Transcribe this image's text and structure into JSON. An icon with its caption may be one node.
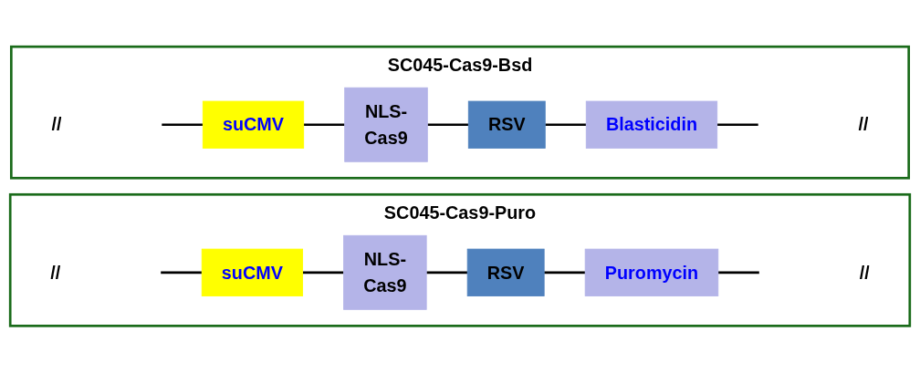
{
  "diagram": {
    "nodes": [
      {
        "text": [
          "SC045-Cas9-Bsd"
        ]
      },
      {
        "text": [
          "//"
        ],
        "in": 0
      },
      {
        "text": [
          "suCMV"
        ],
        "in": 0
      },
      {
        "text": [
          "NLS-",
          "Cas9"
        ],
        "in": 0
      },
      {
        "text": [
          "RSV"
        ],
        "in": 0
      },
      {
        "text": [
          "Blasticidin"
        ],
        "in": 0
      },
      {
        "text": [
          "//"
        ],
        "in": 0
      },
      {
        "text": [
          "SC045-Cas9-Puro"
        ]
      },
      {
        "text": [
          "//"
        ],
        "in": 7
      },
      {
        "text": [
          "suCMV"
        ],
        "in": 7
      },
      {
        "text": [
          "NLS-",
          "Cas9"
        ],
        "in": 7
      },
      {
        "text": [
          "RSV"
        ],
        "in": 7
      },
      {
        "text": [
          "Puromycin"
        ],
        "in": 7
      },
      {
        "text": [
          "//"
        ],
        "in": 7
      }
    ],
    "edges": [
      {
        "from": null,
        "to": 2,
        "arrow": "none"
      },
      {
        "from": 2,
        "to": 3,
        "arrow": "none"
      },
      {
        "from": 3,
        "to": 4,
        "arrow": "none"
      },
      {
        "from": 4,
        "to": 5,
        "arrow": "none"
      },
      {
        "from": 5,
        "to": null,
        "arrow": "none"
      },
      {
        "from": null,
        "to": 9,
        "arrow": "none"
      },
      {
        "from": 9,
        "to": 10,
        "arrow": "none"
      },
      {
        "from": 10,
        "to": 11,
        "arrow": "none"
      },
      {
        "from": 11,
        "to": 12,
        "arrow": "none"
      },
      {
        "from": 12,
        "to": null,
        "arrow": "none"
      }
    ]
  }
}
